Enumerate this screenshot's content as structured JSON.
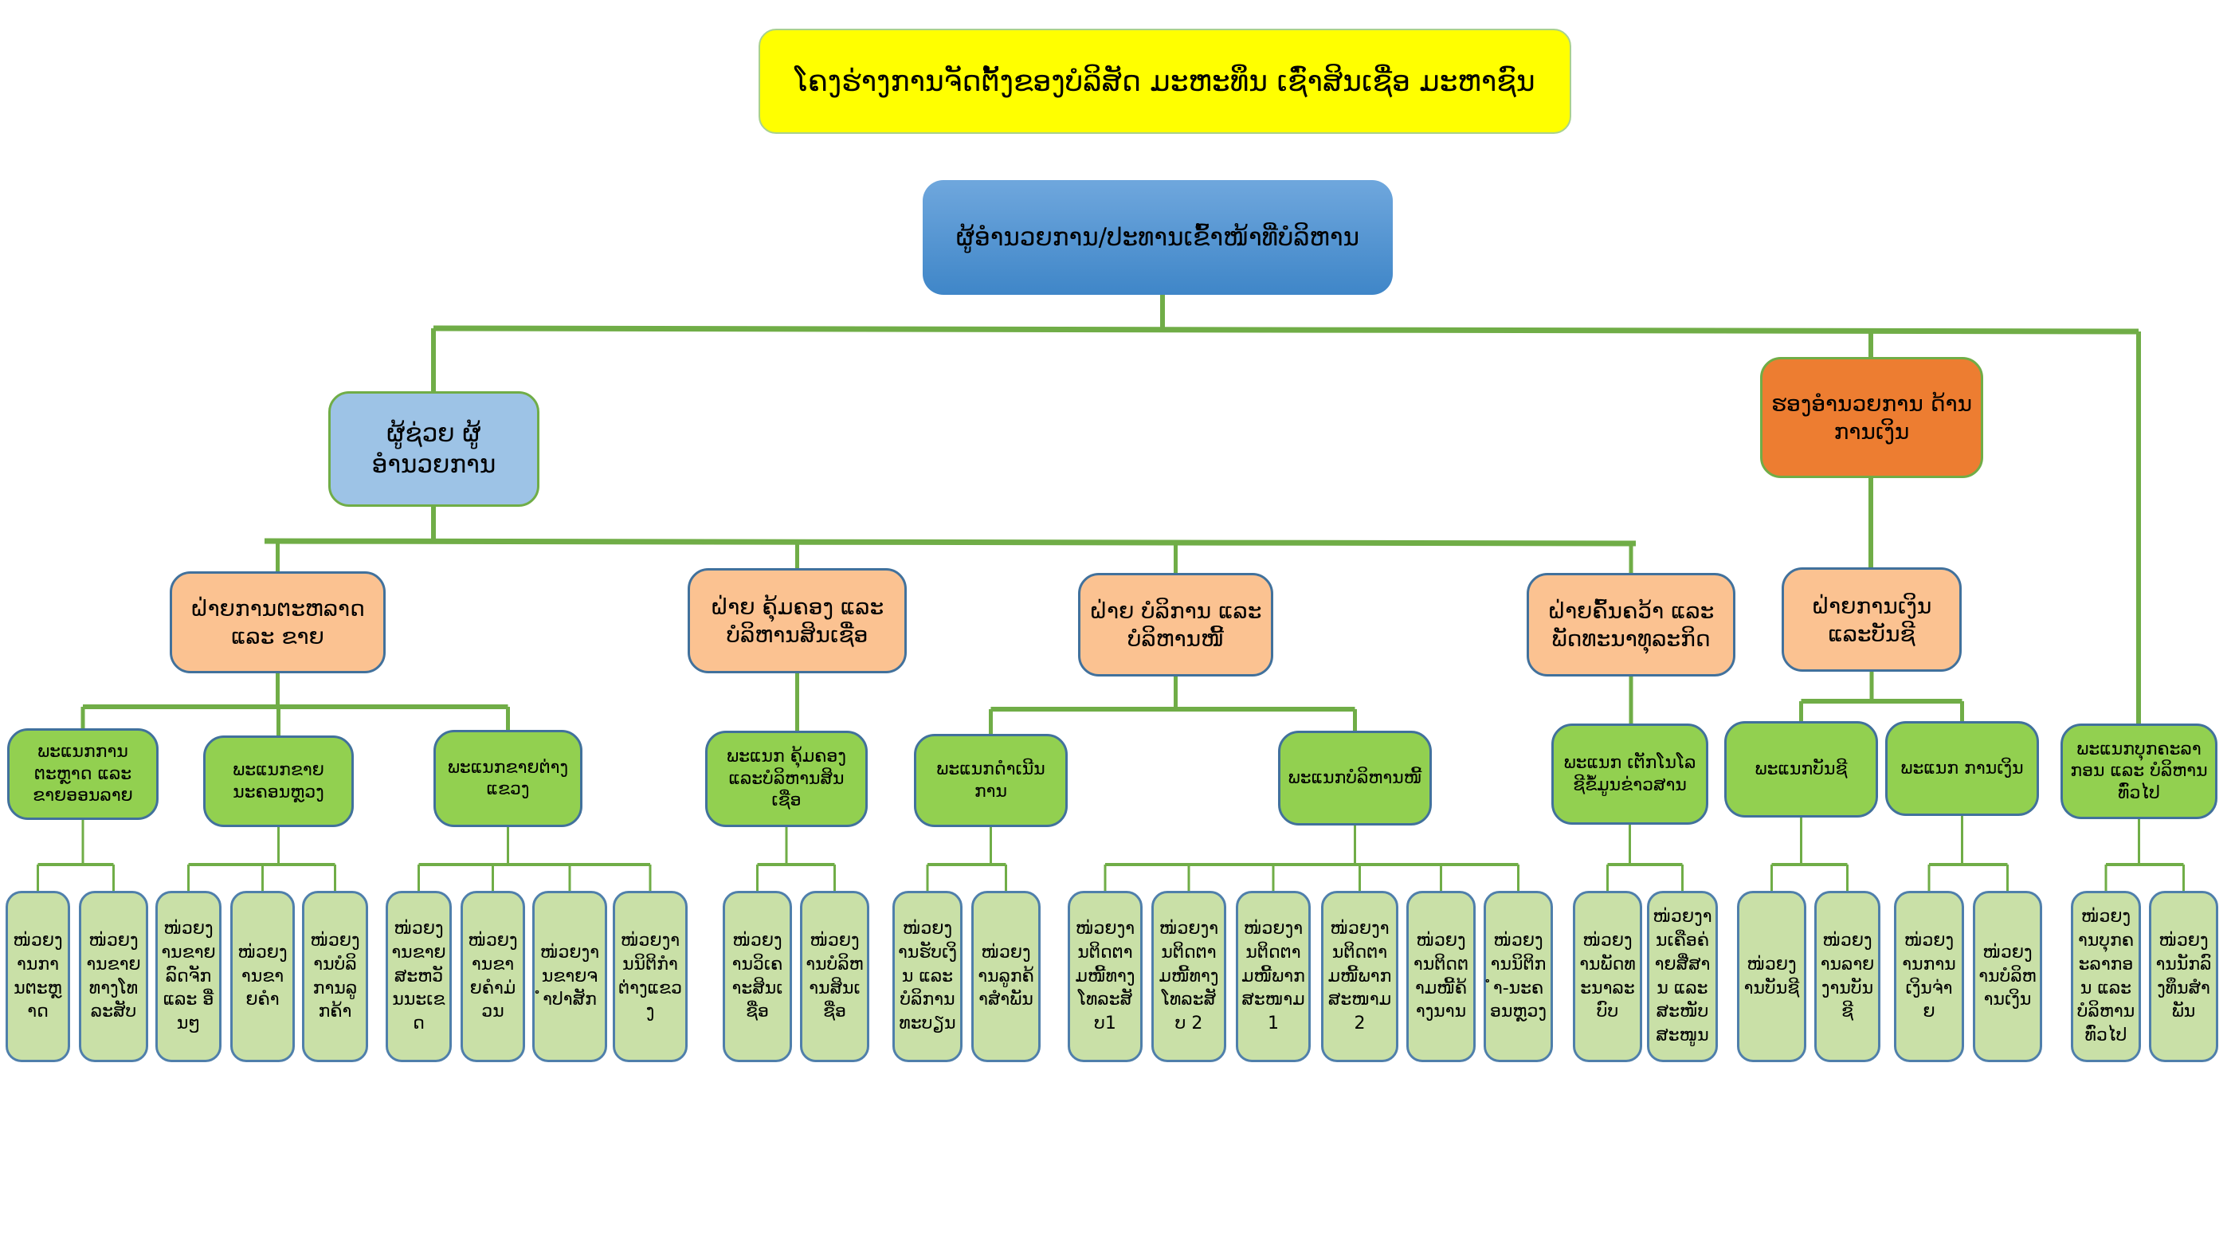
{
  "title": "ໂຄງຮ່າງການຈັດຕັ້ງຂອງບໍລິສັດ ມະຫະທຶນ ເຊົ່າສິນເຊື່ອ ມະຫາຊົນ",
  "ceo": "ຜູ້ອຳນວຍການ/ປະທານເຂົ້າໜ້າທີ່ບໍລິຫານ",
  "deputy": "ຜູ້ຊ່ວຍ ຜູ້ອຳນວຍການ",
  "deputy_finance": "ຮອງອຳນວຍການ ດ້ານການເງິນ",
  "divisions": [
    "ຝ່າຍການຕະຫລາດ ແລະ ຂາຍ",
    "ຝ່າຍ ຄຸ້ມຄອງ ແລະ ບໍລິຫານສິນເຊື່ອ",
    "ຝ່າຍ ບໍລິການ ແລະ ບໍລິຫານໜີ້",
    "ຝ່າຍຄົ້ນຄວ້າ ແລະ ພັດທະນາທຸລະກິດ",
    "ຝ່າຍການເງິນ ແລະບັນຊີ"
  ],
  "departments": [
    {
      "label": "ພະແນກການຕະຫຼາດ ແລະ ຂາຍອອນລາຍ",
      "units": [
        "ໜ່ວຍງານການຕະຫຼາດ",
        "ໜ່ວຍງານຂາຍທາງໂທລະສັບ"
      ]
    },
    {
      "label": "ພະແນກຂາຍນະຄອນຫຼວງ",
      "units": [
        "ໜ່ວຍງານຂາຍລົດຈັກ ແລະ ອື່ນໆ",
        "ໜ່ວຍງານຂາຍຄຳ",
        "ໜ່ວຍງານບໍລິການລູກຄ້າ"
      ]
    },
    {
      "label": "ພະແນກຂາຍຕ່າງແຂວງ",
      "units": [
        "ໜ່ວຍງານຂາຍສະຫວັນນະເຂດ",
        "ໜ່ວຍງານຂາຍຄຳມ່ວນ",
        "ໜ່ວຍງານຂາຍຈຳປາສັກ",
        "ໜ່ວຍງານນິຕິກຳຕ່າງແຂວງ"
      ]
    },
    {
      "label": "ພະແນກ ຄຸ້ມຄອງ ແລະບໍລິຫານສິນເຊື່ອ",
      "units": [
        "ໜ່ວຍງານວິເຄາະສິນເຊື່ອ",
        "ໜ່ວຍງານບໍລິຫານສິນເຊື່ອ"
      ]
    },
    {
      "label": "ພະແນກດຳເນີນການ",
      "units": [
        "ໜ່ວຍງານຮັບເງິນ ແລະ ບໍລິການທະບຽນ",
        "ໜ່ວຍງານລູກຄ້າສຳພັນ"
      ]
    },
    {
      "label": "ພະແນກບໍລິຫານໜີ້",
      "units": [
        "ໜ່ວຍງານຕິດຕາມໜີ້ທາງໂທລະສັບ1",
        "ໜ່ວຍງານຕິດຕາມໜີ້ທາງໂທລະສັບ 2",
        "ໜ່ວຍງານຕິດຕາມໜີ້ພາກສະໜາມ 1",
        "ໜ່ວຍງານຕິດຕາມໜີ້ພາກສະໜາມ 2",
        "ໜ່ວຍງານຕິດຕາມໜີ້ຄ້າງນານ",
        "ໜ່ວຍງານນິຕິກຳ-ນະຄອນຫຼວງ"
      ]
    },
    {
      "label": "ພະແນກ ເຕັກໂນໂລຊີຂໍ້ມູນຂ່າວສານ",
      "units": [
        "ໜ່ວຍງານພັດທະນາລະບົບ",
        "ໜ່ວຍງານເຄືອຄ່າຍສື່ສານ ແລະ ສະໜັບສະໜູນ"
      ]
    },
    {
      "label": "ພະແນກບັນຊີ",
      "units": [
        "ໜ່ວຍງານບັນຊີ",
        "ໜ່ວຍງານລາຍງານບັນຊີ"
      ]
    },
    {
      "label": "ພະແນກ ການເງິນ",
      "units": [
        "ໜ່ວຍງານການເງິນຈ່າຍ",
        "ໜ່ວຍງານບໍລິຫານເງິນ"
      ]
    },
    {
      "label": "ພະແນກບຸກຄະລາກອນ ແລະ ບໍລິຫານທົ່ວໄປ",
      "units": [
        "ໜ່ວຍງານບຸກຄະລາກອນ ແລະ ບໍລິຫານທົ່ວໄປ",
        "ໜ່ວຍງານນັກລົງທຶນສຳພັນ"
      ]
    }
  ],
  "colors": {
    "line": "#70ad47",
    "title": "#ffff00",
    "ceo": "#4a90d0",
    "deputy": "#9dc3e6",
    "deputy_finance": "#ed7d31",
    "division": "#fbc291",
    "department": "#92d050",
    "unit": "#c9e0a7"
  }
}
